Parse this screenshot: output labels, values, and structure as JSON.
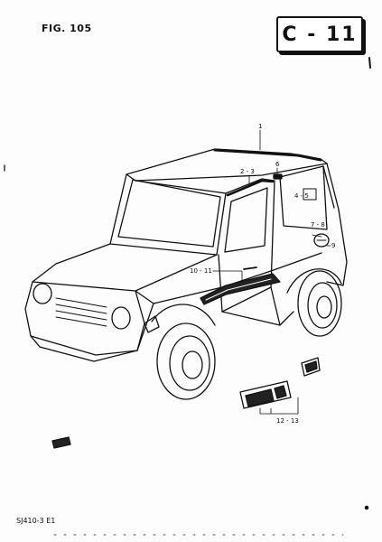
{
  "figure_label": "FIG. 105",
  "section_code": "C - 11",
  "model_label": "SJ410-3 E1",
  "callouts": {
    "c1": "1",
    "c2_3": "2 - 3",
    "c6": "6",
    "c4_5": "4 - 5",
    "c7_8": "7 - 8",
    "c9": "9",
    "c10_11": "10 - 11",
    "c12_13": "12 - 13"
  }
}
